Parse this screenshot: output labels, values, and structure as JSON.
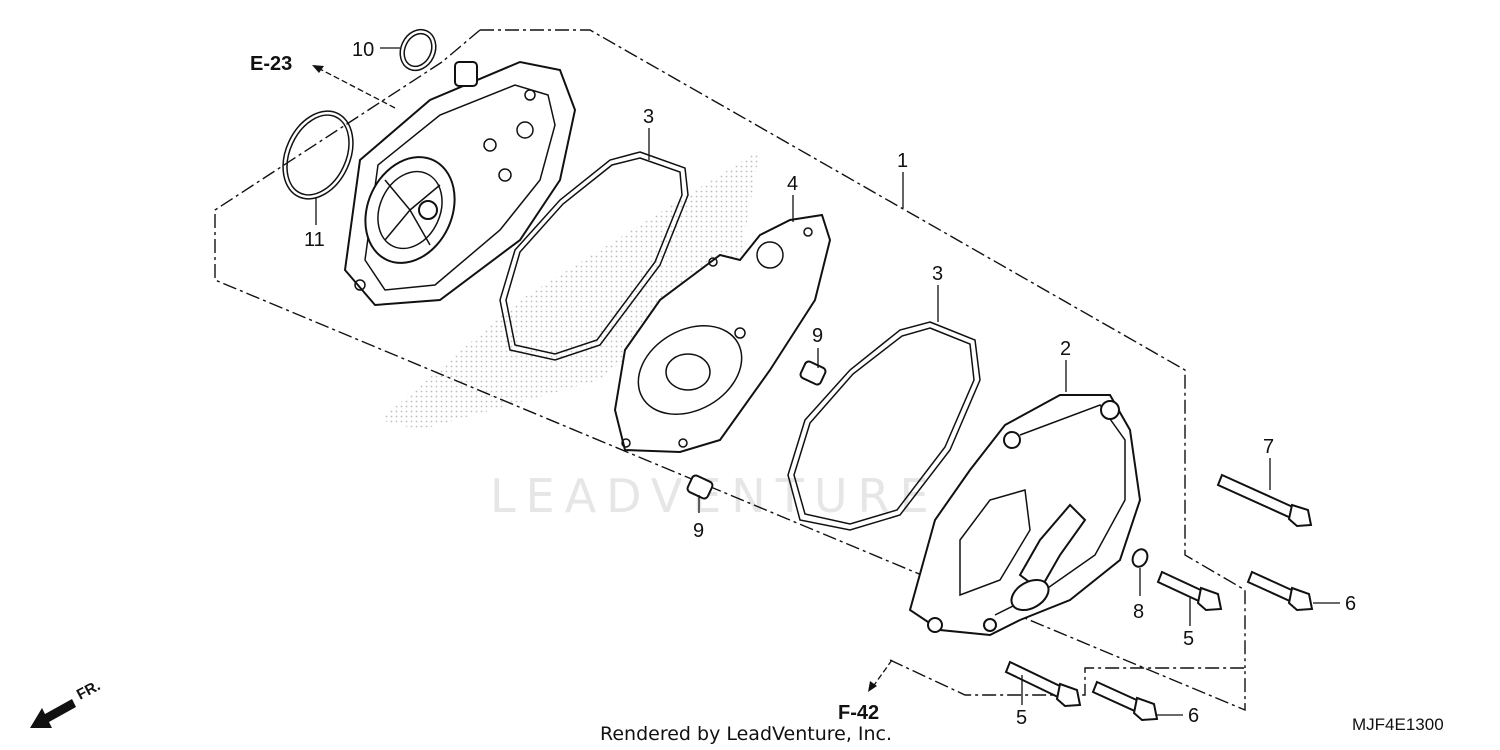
{
  "diagram": {
    "callouts": {
      "c1": "1",
      "c2": "2",
      "c3a": "3",
      "c3b": "3",
      "c4": "4",
      "c5a": "5",
      "c5b": "5",
      "c6a": "6",
      "c6b": "6",
      "c7": "7",
      "c8": "8",
      "c9a": "9",
      "c9b": "9",
      "c10": "10",
      "c11": "11"
    },
    "refs": {
      "e23": "E-23",
      "f42": "F-42"
    },
    "front_label": "FR.",
    "watermark": "LEADVENTURE",
    "footer": "Rendered by LeadVenture, Inc.",
    "code": "MJF4E1300"
  }
}
